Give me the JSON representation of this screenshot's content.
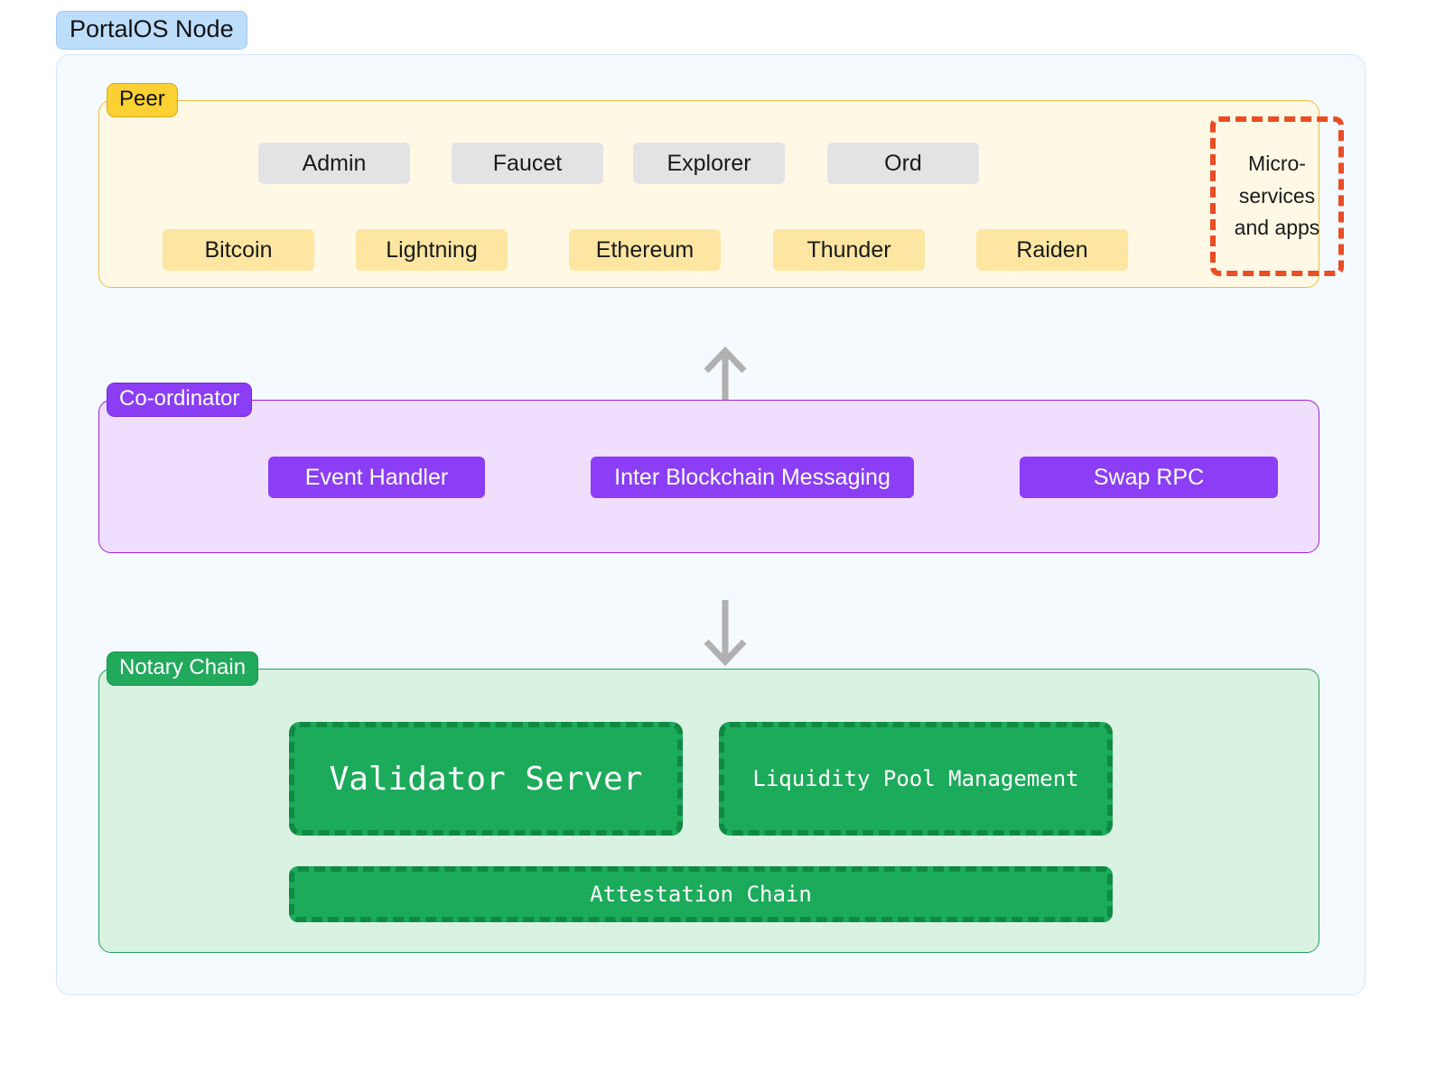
{
  "diagram": {
    "node_title": "PortalOS Node",
    "colors": {
      "node_title_bg": "#bddefb",
      "outer_bg": "#f4faff",
      "peer_bg": "#fef8e5",
      "peer_border": "#e8bf3e",
      "peer_label_bg": "#fbd133",
      "service_pill_bg": "#e3e3e6",
      "chain_pill_bg": "#fce6a2",
      "micro_border": "#ea4c24",
      "coordinator_bg": "#f0deff",
      "coordinator_border": "#9c21d6",
      "coordinator_accent": "#8b3ef5",
      "notary_bg": "#d9f2e1",
      "notary_border": "#21a053",
      "notary_accent": "#1cab5b",
      "notary_dash": "#0f8943",
      "arrow": "#b0b0b0"
    }
  },
  "peer": {
    "label": "Peer",
    "services": [
      {
        "label": "Admin"
      },
      {
        "label": "Faucet"
      },
      {
        "label": "Explorer"
      },
      {
        "label": "Ord"
      }
    ],
    "chains": [
      {
        "label": "Bitcoin"
      },
      {
        "label": "Lightning"
      },
      {
        "label": "Ethereum"
      },
      {
        "label": "Thunder"
      },
      {
        "label": "Raiden"
      }
    ],
    "microservices": {
      "line1": "Micro-",
      "line2": "services",
      "line3": "and apps"
    }
  },
  "coordinator": {
    "label": "Co-ordinator",
    "modules": [
      {
        "label": "Event Handler"
      },
      {
        "label": "Inter Blockchain Messaging"
      },
      {
        "label": "Swap RPC"
      }
    ]
  },
  "notary": {
    "label": "Notary Chain",
    "boxes": [
      {
        "label": "Validator Server"
      },
      {
        "label": "Liquidity Pool Management"
      },
      {
        "label": "Attestation Chain"
      }
    ]
  },
  "connections": [
    {
      "name": "coordinator-to-peer",
      "direction": "up"
    },
    {
      "name": "coordinator-to-notary",
      "direction": "down"
    }
  ]
}
